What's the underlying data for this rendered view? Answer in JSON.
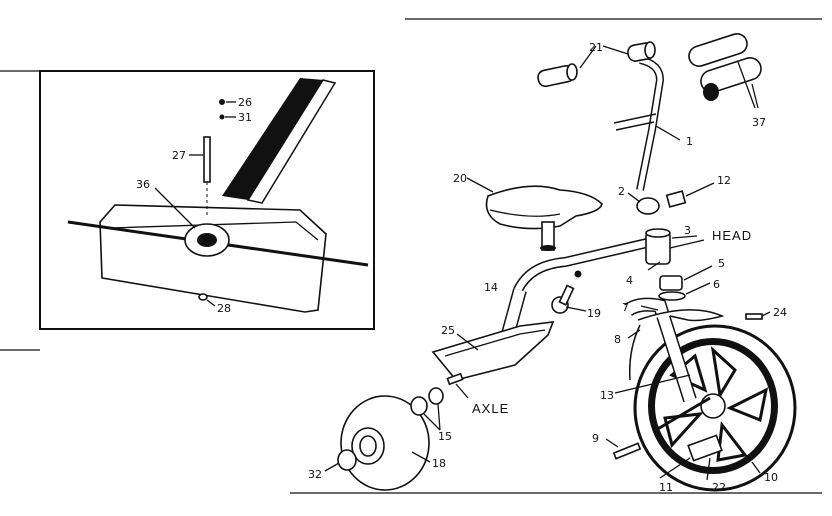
{
  "diagram": {
    "callouts": [
      "1",
      "2",
      "3",
      "4",
      "5",
      "6",
      "7",
      "8",
      "9",
      "10",
      "11",
      "12",
      "13",
      "14",
      "15",
      "18",
      "19",
      "20",
      "21",
      "22",
      "24",
      "25",
      "26",
      "27",
      "28",
      "31",
      "32",
      "36",
      "37"
    ],
    "text_labels": {
      "head": "HEAD",
      "axle": "AXLE"
    },
    "inset_callouts": [
      "26",
      "31",
      "27",
      "36",
      "28"
    ]
  }
}
